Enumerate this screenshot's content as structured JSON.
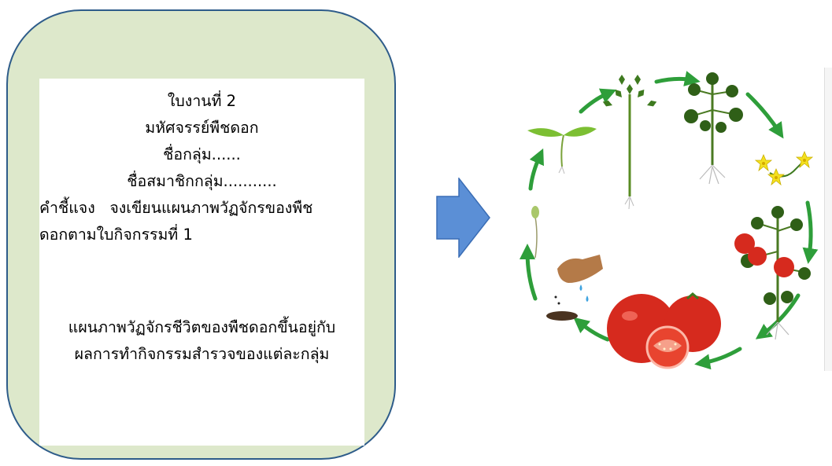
{
  "worksheet": {
    "title": "ใบงานที่ 2",
    "subtitle": "มหัศจรรย์พืชดอก",
    "group_name": "ชื่อกลุ่ม......",
    "group_members": "ชื่อสมาชิกกลุ่ม...........",
    "instruction_line1": "คำชี้แจง   จงเขียนแผนภาพวัฏจักรของพืช",
    "instruction_line2": "ดอกตามใบกิจกรรมที่ 1",
    "note_line1": "แผนภาพวัฏจักรชีวิตของพืชดอกขึ้นอยู่กับ",
    "note_line2": "ผลการทำกิจกรรมสำรวจของแต่ละกลุ่ม"
  },
  "colors": {
    "card_fill": "#dde8cb",
    "card_border": "#2e5c8a",
    "arrow_fill": "#5b8fd6",
    "arrow_stroke": "#3a6db5",
    "cycle_arrow": "#2e9e3a",
    "leaf": "#3e7a1f",
    "tomato": "#d62a1e",
    "flower": "#f4e01f"
  },
  "icons": {
    "arrow": "right-arrow-icon",
    "cycle": "tomato-life-cycle-illustration"
  }
}
